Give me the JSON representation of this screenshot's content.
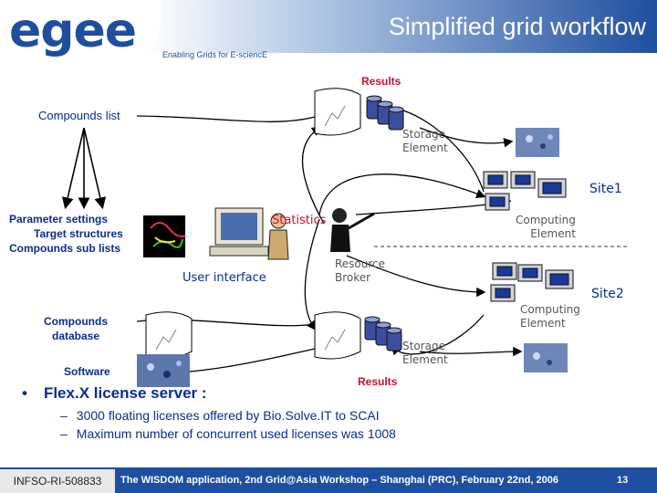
{
  "header": {
    "logo": "egee",
    "title": "Simplified grid workflow",
    "tagline": "Enabling Grids for E-sciencE"
  },
  "diagram": {
    "results_top": "Results",
    "results_bottom": "Results",
    "compounds_list": "Compounds list",
    "storage_element_top": "Storage\nElement",
    "storage_element_bottom": "Storage\nElement",
    "site1": "Site1",
    "site2": "Site2",
    "computing_element_top": "Computing\nElement",
    "computing_element_bottom": "Computing\nElement",
    "statistics": "Statistics",
    "parameter_settings": "Parameter settings",
    "target_structures": "Target structures",
    "compounds_sub_lists": "Compounds sub lists",
    "user_interface": "User interface",
    "resource_broker": "Resource\nBroker",
    "compounds_database": "Compounds\ndatabase",
    "software": "Software"
  },
  "bullets": {
    "main_marker": "•",
    "main": "Flex.X license server :",
    "sub_marker": "–",
    "sub": [
      "3000 floating licenses offered by Bio.Solve.IT to SCAI",
      "Maximum number of concurrent used licenses was 1008"
    ]
  },
  "footer": {
    "id": "INFSO-RI-508833",
    "caption": "The WISDOM application, 2nd Grid@Asia Workshop – Shanghai (PRC), February 22nd, 2006",
    "page": "13"
  },
  "colors": {
    "brand_blue": "#1d4f9c",
    "label_navy": "#0b2c8f",
    "results_red": "#c8102e"
  }
}
